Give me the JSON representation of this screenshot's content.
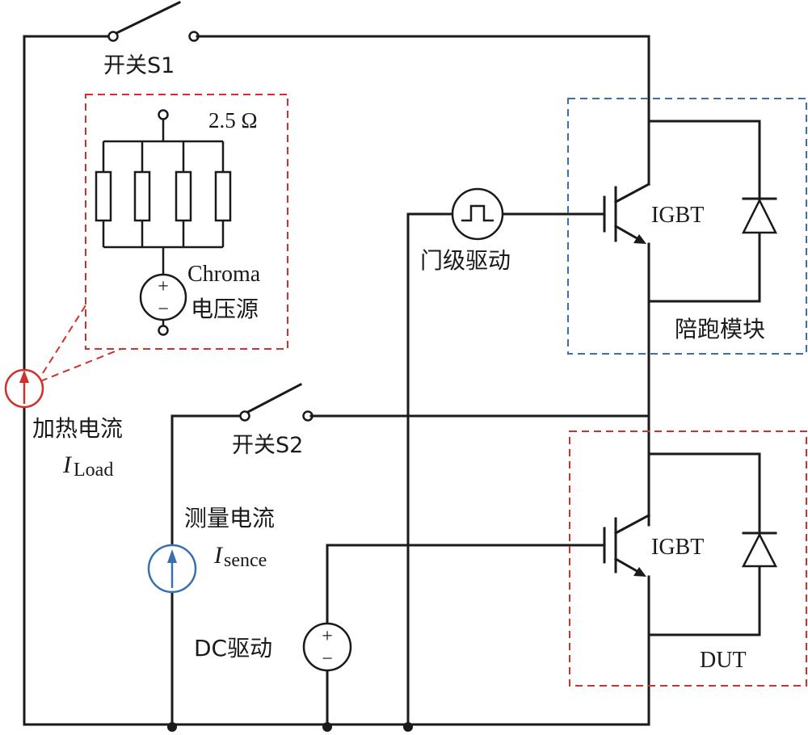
{
  "labels": {
    "switch_s1": "开关S1",
    "switch_s2": "开关S2",
    "resistance": "2.5 Ω",
    "chroma_line1": "Chroma",
    "chroma_line2": "电压源",
    "gate_drive": "门级驱动",
    "igbt_top": "IGBT",
    "igbt_bottom": "IGBT",
    "companion_module": "陪跑模块",
    "heating_current": "加热电流",
    "i_load_main": "I",
    "i_load_sub": "Load",
    "measure_current": "测量电流",
    "i_sence_main": "I",
    "i_sence_sub": "sence",
    "dc_drive": "DC驱动",
    "dut": "DUT",
    "plus": "+",
    "minus": "−"
  },
  "colors": {
    "wire": "#1a1a1a",
    "load_box": "#d0312d",
    "module_box": "#3a6fb0",
    "heating_source": "#d0312d",
    "measure_source": "#3a6fb0"
  },
  "icons": {
    "heating_source": "current-source-icon",
    "measure_source": "current-source-icon",
    "chroma_source": "voltage-source-icon",
    "dc_source": "voltage-source-icon",
    "gate_drive": "pulse-generator-icon",
    "igbt": "igbt-transistor-icon",
    "diode": "diode-icon",
    "resistor": "resistor-icon",
    "switch": "switch-icon"
  }
}
